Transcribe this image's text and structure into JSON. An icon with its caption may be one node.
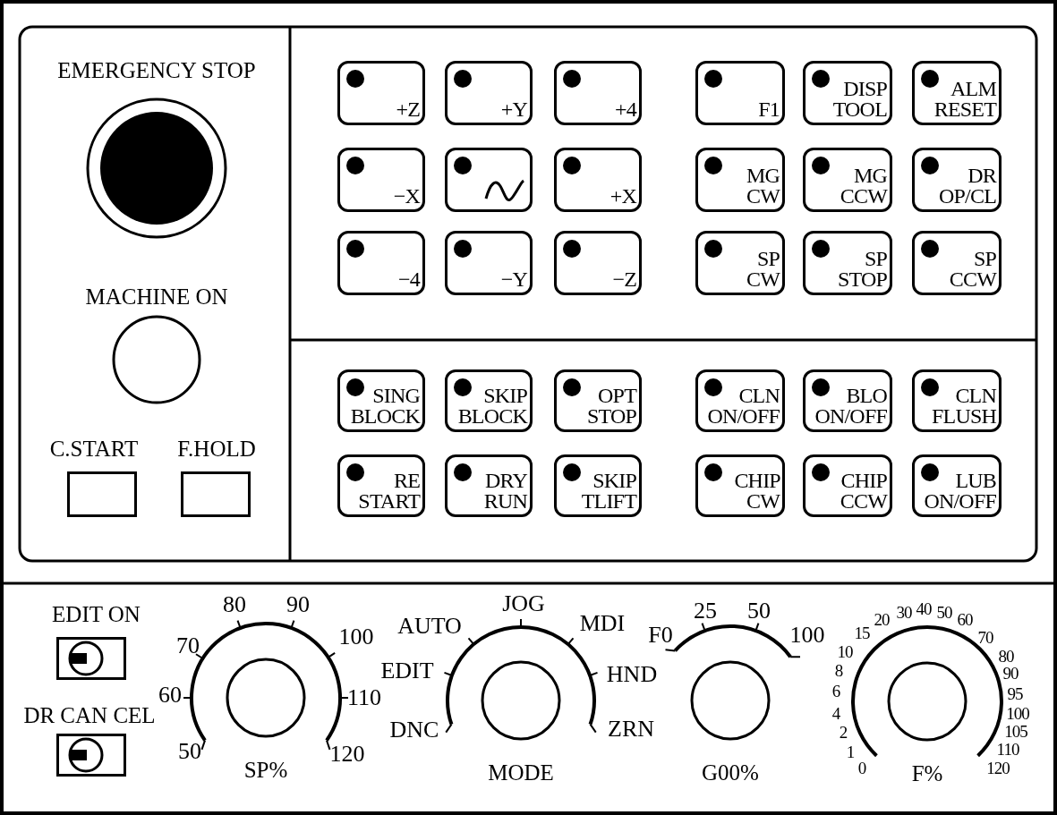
{
  "diagram": {
    "nodes": [
      {
        "text": [
          "EMERGENCY STOP"
        ]
      },
      {
        "text": [
          "MACHINE ON"
        ]
      },
      {
        "text": [
          "C.START"
        ]
      },
      {
        "text": [
          "F.HOLD"
        ]
      },
      {
        "text": [
          "+Z"
        ]
      },
      {
        "text": [
          "+Y"
        ]
      },
      {
        "text": [
          "+4"
        ]
      },
      {
        "text": [
          "F1"
        ]
      },
      {
        "text": [
          "DISP TOOL"
        ]
      },
      {
        "text": [
          "ALM RESET"
        ]
      },
      {
        "text": [
          "−X"
        ]
      },
      {
        "text": [],
        "shape": "box"
      },
      {
        "text": [
          "+X"
        ]
      },
      {
        "text": [
          "MG CW"
        ]
      },
      {
        "text": [
          "MG CCW"
        ]
      },
      {
        "text": [
          "DR OP/CL"
        ]
      },
      {
        "text": [
          "−4"
        ]
      },
      {
        "text": [
          "−Y"
        ]
      },
      {
        "text": [
          "−Z"
        ]
      },
      {
        "text": [
          "SP CW"
        ]
      },
      {
        "text": [
          "SP STOP"
        ]
      },
      {
        "text": [
          "SP CCW"
        ]
      },
      {
        "text": [
          "SING BLOCK"
        ]
      },
      {
        "text": [
          "SKIP BLOCK"
        ]
      },
      {
        "text": [
          "OPT STOP"
        ]
      },
      {
        "text": [
          "CLN ON/OFF"
        ]
      },
      {
        "text": [
          "BLO ON/OFF"
        ]
      },
      {
        "text": [
          "CLN FLUSH"
        ]
      },
      {
        "text": [
          "RE START"
        ]
      },
      {
        "text": [
          "DRY RUN"
        ]
      },
      {
        "text": [
          "SKIP TLIFT"
        ]
      },
      {
        "text": [
          "CHIP CW"
        ]
      },
      {
        "text": [
          "CHIP CCW"
        ]
      },
      {
        "text": [
          "LUB ON/OFF"
        ]
      },
      {
        "text": [
          "EDIT ON"
        ]
      },
      {
        "text": [
          "DR CAN CEL"
        ]
      },
      {
        "text": [
          "SP%"
        ]
      },
      {
        "text": [
          "MODE"
        ]
      },
      {
        "text": [
          "G00%"
        ]
      },
      {
        "text": [
          "F%"
        ]
      }
    ],
    "labels": [
      "80",
      "90",
      "70",
      "100",
      "60",
      "110",
      "50",
      "120",
      "JOG",
      "AUTO",
      "MDI",
      "EDIT",
      "HND",
      "DNC",
      "ZRN",
      "25",
      "50",
      "F0",
      "100",
      "20",
      "30",
      "40",
      "50",
      "15",
      "60",
      "10",
      "70",
      "8",
      "80",
      "90",
      "6",
      "95",
      "4",
      "100",
      "2",
      "105",
      "1",
      "110",
      "0",
      "120"
    ]
  }
}
